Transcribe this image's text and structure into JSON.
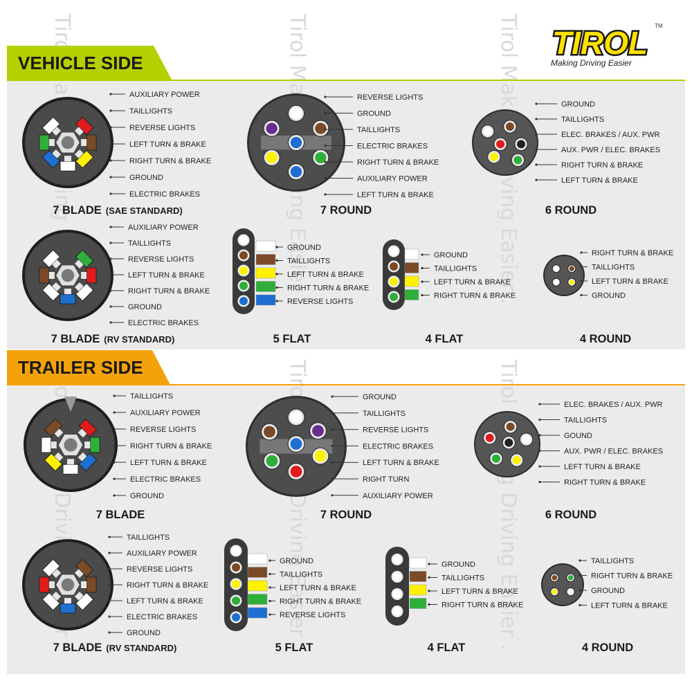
{
  "brand": {
    "name": "TIROL",
    "tagline": "Making Driving Easier",
    "tm": "TM"
  },
  "watermark": "Tirol Making Driving Easier .",
  "colors": {
    "vehicle_band": "#b4d000",
    "trailer_band": "#f4a20b",
    "panel": "#ebebeb",
    "housing": "#4a4a4a"
  },
  "sections": {
    "vehicle": "VEHICLE SIDE",
    "trailer": "TRAILER SIDE"
  },
  "vehicle": {
    "blade7_sae": {
      "caption": "7 BLADE",
      "caption_note": "(SAE STANDARD)",
      "labels": [
        "AUXILIARY POWER",
        "TAILLIGHTS",
        "REVERSE LIGHTS",
        "LEFT TURN & BRAKE",
        "RIGHT TURN & BRAKE",
        "GROUND",
        "ELECTRIC BRAKES"
      ]
    },
    "round7": {
      "caption": "7 ROUND",
      "labels": [
        "REVERSE LIGHTS",
        "GROUND",
        "TAILLIGHTS",
        "ELECTRIC BRAKES",
        "RIGHT TURN & BRAKE",
        "AUXILIARY POWER",
        "LEFT TURN & BRAKE"
      ]
    },
    "round6": {
      "caption": "6 ROUND",
      "labels": [
        "GROUND",
        "TAILLIGHTS",
        "ELEC. BRAKES / AUX. PWR",
        "AUX. PWR / ELEC. BRAKES",
        "RIGHT TURN & BRAKE",
        "LEFT TURN & BRAKE"
      ]
    },
    "blade7_rv": {
      "caption": "7 BLADE",
      "caption_note": "(RV STANDARD)",
      "labels": [
        "AUXILIARY POWER",
        "TAILLIGHTS",
        "REVERSE LIGHTS",
        "LEFT TURN & BRAKE",
        "RIGHT TURN & BRAKE",
        "GROUND",
        "ELECTRIC BRAKES"
      ]
    },
    "flat5": {
      "caption": "5 FLAT",
      "labels": [
        "GROUND",
        "TAILLIGHTS",
        "LEFT TURN & BRAKE",
        "RIGHT TURN & BRAKE",
        "REVERSE LIGHTS"
      ]
    },
    "flat4": {
      "caption": "4 FLAT",
      "labels": [
        "GROUND",
        "TAILLIGHTS",
        "LEFT TURN & BRAKE",
        "RIGHT TURN & BRAKE"
      ]
    },
    "round4": {
      "caption": "4 ROUND",
      "labels": [
        "RIGHT TURN & BRAKE",
        "TAILLIGHTS",
        "LEFT TURN & BRAKE",
        "GROUND"
      ]
    }
  },
  "trailer": {
    "blade7": {
      "caption": "7 BLADE",
      "labels": [
        "TAILLIGHTS",
        "AUXILIARY POWER",
        "REVERSE LIGHTS",
        "RIGHT TURN & BRAKE",
        "LEFT TURN & BRAKE",
        "ELECTRIC BRAKES",
        "GROUND"
      ]
    },
    "round7": {
      "caption": "7 ROUND",
      "labels": [
        "GROUND",
        "TAILLIGHTS",
        "REVERSE LIGHTS",
        "ELECTRIC BRAKES",
        "LEFT TURN & BRAKE",
        "RIGHT TURN",
        "AUXILIARY POWER"
      ]
    },
    "round6": {
      "caption": "6 ROUND",
      "labels": [
        "ELEC. BRAKES / AUX. PWR",
        "TAILLIGHTS",
        "GOUND",
        "AUX. PWR / ELEC. BRAKES",
        "LEFT TURN & BRAKE",
        "RIGHT TURN & BRAKE"
      ]
    },
    "blade7_rv": {
      "caption": "7 BLADE",
      "caption_note": "(RV STANDARD)",
      "labels": [
        "TAILLIGHTS",
        "AUXILIARY POWER",
        "REVERSE LIGHTS",
        "RIGHT TURN & BRAKE",
        "LEFT TURN & BRAKE",
        "ELECTRIC BRAKES",
        "GROUND"
      ]
    },
    "flat5": {
      "caption": "5 FLAT",
      "labels": [
        "GROUND",
        "TAILLIGHTS",
        "LEFT TURN & BRAKE",
        "RIGHT TURN & BRAKE",
        "REVERSE LIGHTS"
      ]
    },
    "flat4": {
      "caption": "4 FLAT",
      "labels": [
        "GROUND",
        "TAILLIGHTS",
        "LEFT TURN & BRAKE",
        "RIGHT TURN & BRAKE"
      ]
    },
    "round4": {
      "caption": "4 ROUND",
      "labels": [
        "TAILLIGHTS",
        "RIGHT TURN & BRAKE",
        "GROUND",
        "LEFT TURN & BRAKE"
      ]
    }
  }
}
